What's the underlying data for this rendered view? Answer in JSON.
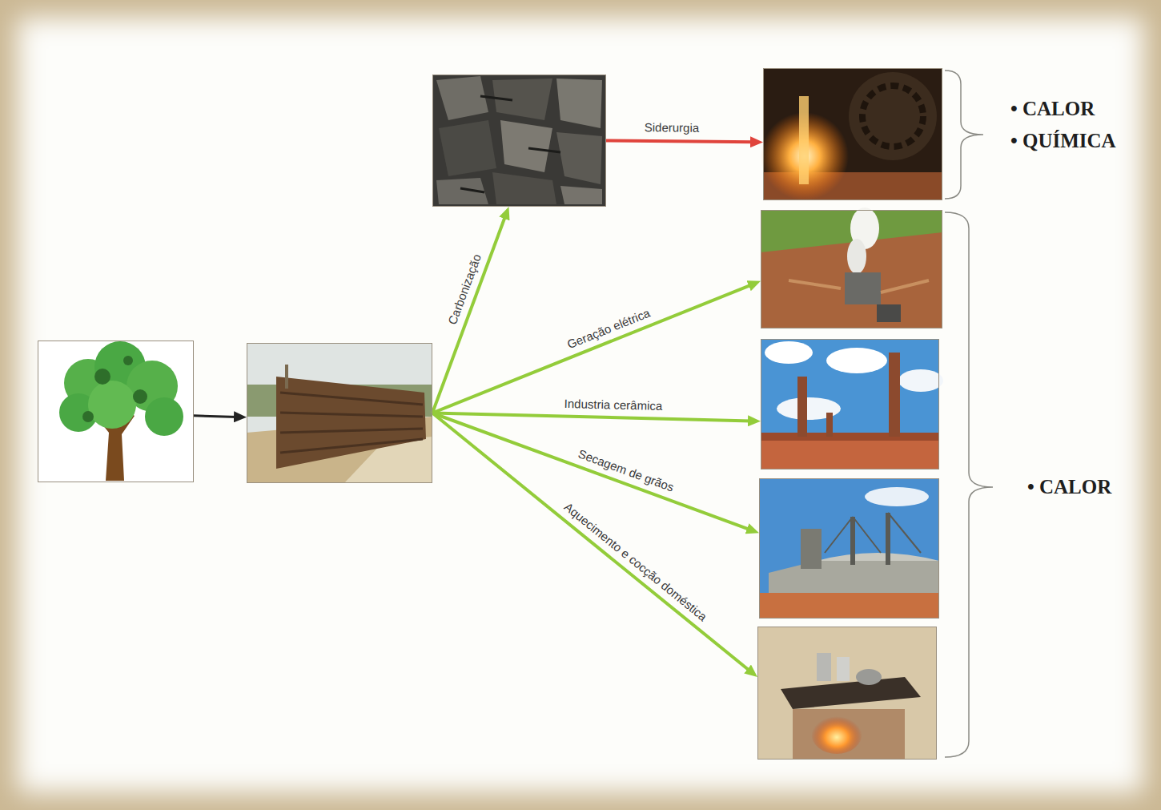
{
  "diagram": {
    "nodes": [
      {
        "text": []
      },
      {
        "text": []
      },
      {
        "text": []
      },
      {
        "text": []
      },
      {
        "text": []
      },
      {
        "text": []
      },
      {
        "text": []
      },
      {
        "text": []
      }
    ],
    "edges": [
      {
        "from": 0,
        "to": 1,
        "arrow": "to"
      },
      {
        "from": 1,
        "to": 2,
        "label": "Carbonização",
        "arrow": "to"
      },
      {
        "from": 2,
        "to": 3,
        "label": "Siderurgia",
        "arrow": "to"
      },
      {
        "from": 1,
        "to": 4,
        "label": "Geração elétrica",
        "arrow": "to"
      },
      {
        "from": 1,
        "to": 5,
        "label": "Industria cerâmica",
        "arrow": "to"
      },
      {
        "from": 1,
        "to": 6,
        "label": "Secagem de grãos",
        "arrow": "to"
      },
      {
        "from": 1,
        "to": 7,
        "label": "Aquecimento e cocção doméstica",
        "arrow": "to"
      }
    ],
    "labels": [
      "• CALOR",
      "• QUÍMICA",
      "• CALOR"
    ]
  }
}
